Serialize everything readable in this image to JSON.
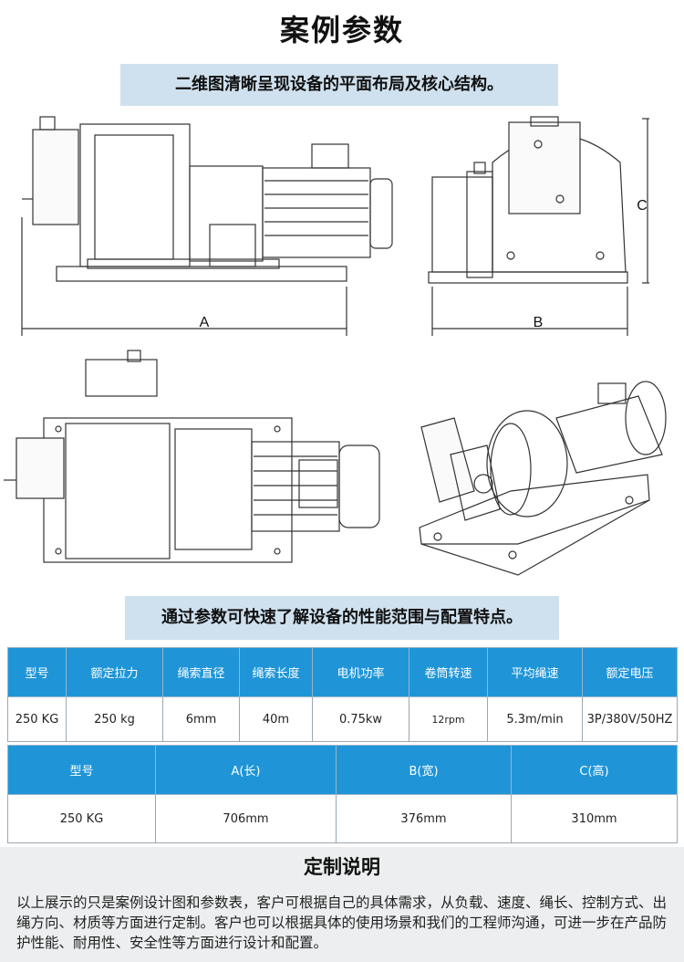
{
  "page": {
    "title": "案例参数",
    "banner_top": "二维图清晰呈现设备的平面布局及核心结构。",
    "banner_middle": "通过参数可快速了解设备的性能范围与配置特点。"
  },
  "drawings": {
    "front_view": {
      "dimension_label": "A"
    },
    "side_view": {
      "dimension_label_width": "B",
      "dimension_label_height": "C"
    },
    "top_view": {},
    "iso_view": {}
  },
  "spec_table": {
    "headers": [
      "型号",
      "额定拉力",
      "绳索直径",
      "绳索长度",
      "电机功率",
      "卷筒转速",
      "平均绳速",
      "额定电压"
    ],
    "row": [
      "250 KG",
      "250 kg",
      "6mm",
      "40m",
      "0.75kw",
      "12rpm",
      "5.3m/min",
      "3P/380V/50HZ"
    ]
  },
  "dimension_table": {
    "headers": [
      "型号",
      "A(长)",
      "B(宽)",
      "C(高)"
    ],
    "row": [
      "250 KG",
      "706mm",
      "376mm",
      "310mm"
    ]
  },
  "customization": {
    "title": "定制说明",
    "text": "以上展示的只是案例设计图和参数表，客户可根据自己的具体需求，从负载、速度、绳长、控制方式、出绳方向、材质等方面进行定制。客户也可以根据具体的使用场景和我们的工程师沟通，可进一步在产品防护性能、耐用性、安全性等方面进行设计和配置。"
  },
  "colors": {
    "banner_bg": "#cfe1ef",
    "table_header_bg": "#1f95d8",
    "bottom_bg": "#eceeef"
  }
}
